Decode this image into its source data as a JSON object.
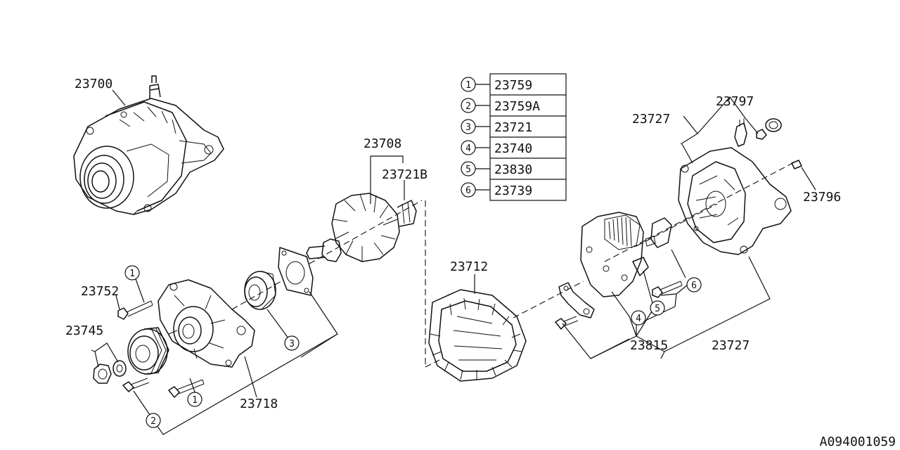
{
  "diagram": {
    "part_labels": {
      "p23700": "23700",
      "p23708": "23708",
      "p23721B": "23721B",
      "p23712": "23712",
      "p23752": "23752",
      "p23745": "23745",
      "p23718": "23718",
      "p23727_top": "23727",
      "p23797": "23797",
      "p23796": "23796",
      "p23815": "23815",
      "p23727_bottom": "23727"
    },
    "callouts": {
      "c1a": "1",
      "c1b": "1",
      "c2": "2",
      "c3": "3",
      "c4": "4",
      "c5": "5",
      "c6": "6"
    },
    "legend": [
      {
        "key": "1",
        "part": "23759"
      },
      {
        "key": "2",
        "part": "23759A"
      },
      {
        "key": "3",
        "part": "23721"
      },
      {
        "key": "4",
        "part": "23740"
      },
      {
        "key": "5",
        "part": "23830"
      },
      {
        "key": "6",
        "part": "23739"
      }
    ],
    "drawing_id": "A094001059"
  }
}
